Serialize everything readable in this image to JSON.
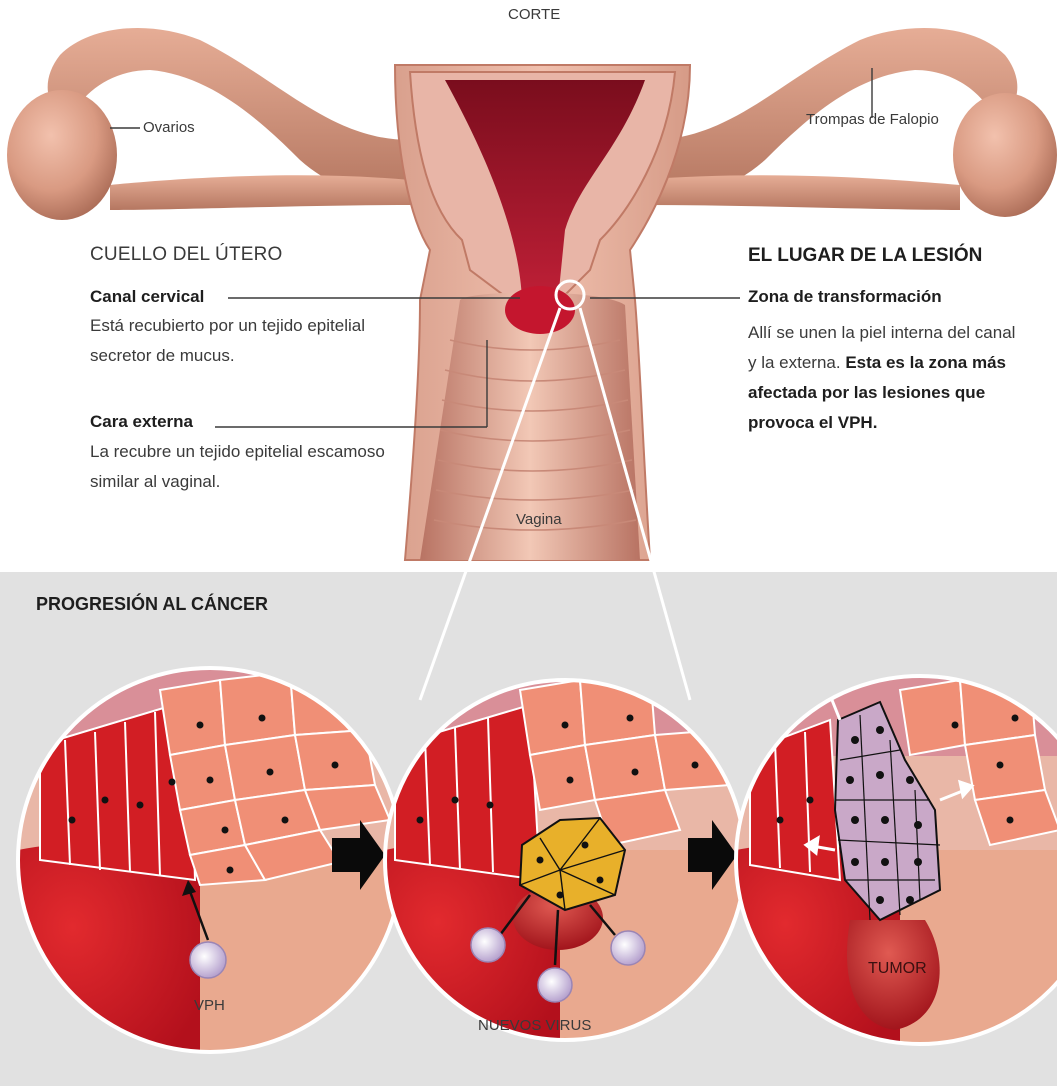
{
  "anatomy": {
    "corte": "CORTE",
    "ovarios": "Ovarios",
    "trompas": "Trompas de Falopio",
    "vagina": "Vagina"
  },
  "cuello": {
    "title": "CUELLO DEL ÚTERO",
    "canal_title": "Canal cervical",
    "canal_text": "Está recubierto por un tejido epitelial secretor de mucus.",
    "cara_title": "Cara externa",
    "cara_text": "La recubre un tejido epitelial escamoso similar al vaginal."
  },
  "lesion": {
    "title": "EL LUGAR DE LA LESIÓN",
    "zona_title": "Zona de transformación",
    "zona_text": "Allí se unen la piel interna del canal y la externa.",
    "zona_bold": "Esta es la zona más afectada por las lesiones que provoca el VPH."
  },
  "progresion": {
    "title": "PROGRESIÓN AL CÁNCER",
    "vph": "VPH",
    "nuevos_virus": "NUEVOS VIRUS",
    "tumor": "TUMOR"
  },
  "colors": {
    "panel_bg": "#e1e1e1",
    "tissue": "#e8b3a5",
    "uterus_body": "#e3a999",
    "blood_red": "#b8102a",
    "infected_cells": "#e8b02a",
    "tumor_cells": "#c9a8c8"
  }
}
